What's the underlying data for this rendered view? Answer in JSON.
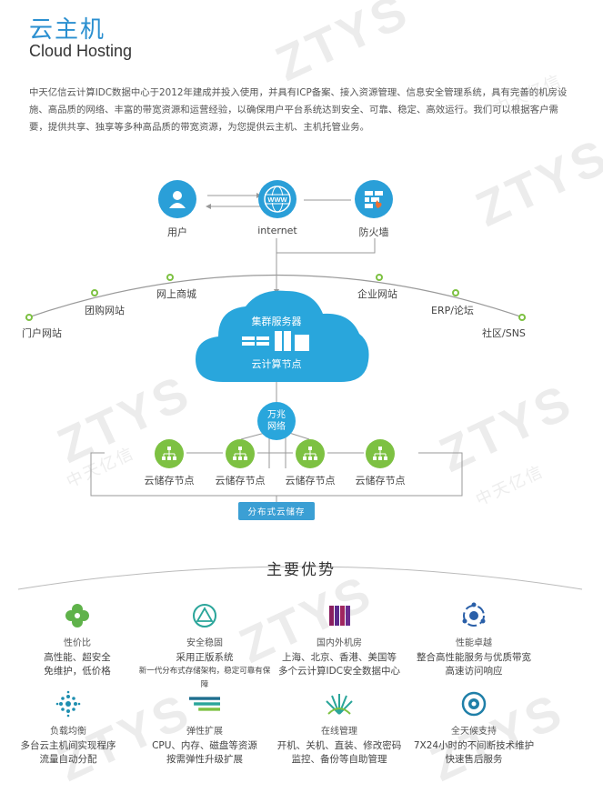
{
  "header": {
    "title_cn": "云主机",
    "title_en": "Cloud Hosting"
  },
  "intro": "中天亿信云计算IDC数据中心于2012年建成并投入使用，并具有ICP备案、接入资源管理、信息安全管理系统，具有完善的机房设施、高品质的网络、丰富的带宽资源和运营经验，以确保用户平台系统达到安全、可靠、稳定、高效运行。我们可以根据客户需要，提供共享、独享等多种高品质的带宽资源，为您提供云主机、主机托管业务。",
  "diagram": {
    "top_nodes": [
      "用户",
      "internet",
      "防火墙"
    ],
    "www_text": "WWW",
    "sites": [
      "门户网站",
      "团购网站",
      "网上商城",
      "企业网站",
      "ERP/论坛",
      "社区/SNS"
    ],
    "cloud": {
      "top_label": "集群服务器",
      "bottom_label": "云计算节点"
    },
    "network_label_1": "万兆",
    "network_label_2": "网络",
    "storage_nodes": [
      "云储存节点",
      "云储存节点",
      "云储存节点",
      "云储存节点"
    ],
    "distributed_label": "分布式云储存"
  },
  "advantages": {
    "heading": "主要优势",
    "items": [
      {
        "name": "性价比",
        "lines": [
          "高性能、超安全",
          "免维护，低价格"
        ],
        "icon": "clover-icon"
      },
      {
        "name": "安全稳固",
        "lines": [
          "采用正版系统",
          "新一代分布式存储架构，稳定可靠有保障"
        ],
        "icon": "triangle-circle-icon"
      },
      {
        "name": "国内外机房",
        "lines": [
          "上海、北京、香港、美国等",
          "多个云计算IDC安全数据中心"
        ],
        "icon": "server-rack-icon"
      },
      {
        "name": "性能卓越",
        "lines": [
          "整合高性能服务与优质带宽",
          "高速访问响应"
        ],
        "icon": "network-hub-icon"
      },
      {
        "name": "负载均衡",
        "lines": [
          "多台云主机间实现程序",
          "流量自动分配"
        ],
        "icon": "dots-cluster-icon"
      },
      {
        "name": "弹性扩展",
        "lines": [
          "CPU、内存、磁盘等资源",
          "按需弹性升级扩展"
        ],
        "icon": "stacked-bars-icon"
      },
      {
        "name": "在线管理",
        "lines": [
          "开机、关机、直装、修改密码",
          "监控、备份等自助管理"
        ],
        "icon": "sunburst-icon"
      },
      {
        "name": "全天候支持",
        "lines": [
          "7X24小时的不间断技术维护",
          "快速售后服务"
        ],
        "icon": "globe-support-icon"
      }
    ]
  },
  "watermark": {
    "text": "ZTYS",
    "text_cn": "中天亿信"
  },
  "colors": {
    "blue": "#2a8fd0",
    "cloud": "#29a6dc",
    "green": "#7dc142",
    "storage_blue": "#3b9fd4"
  }
}
